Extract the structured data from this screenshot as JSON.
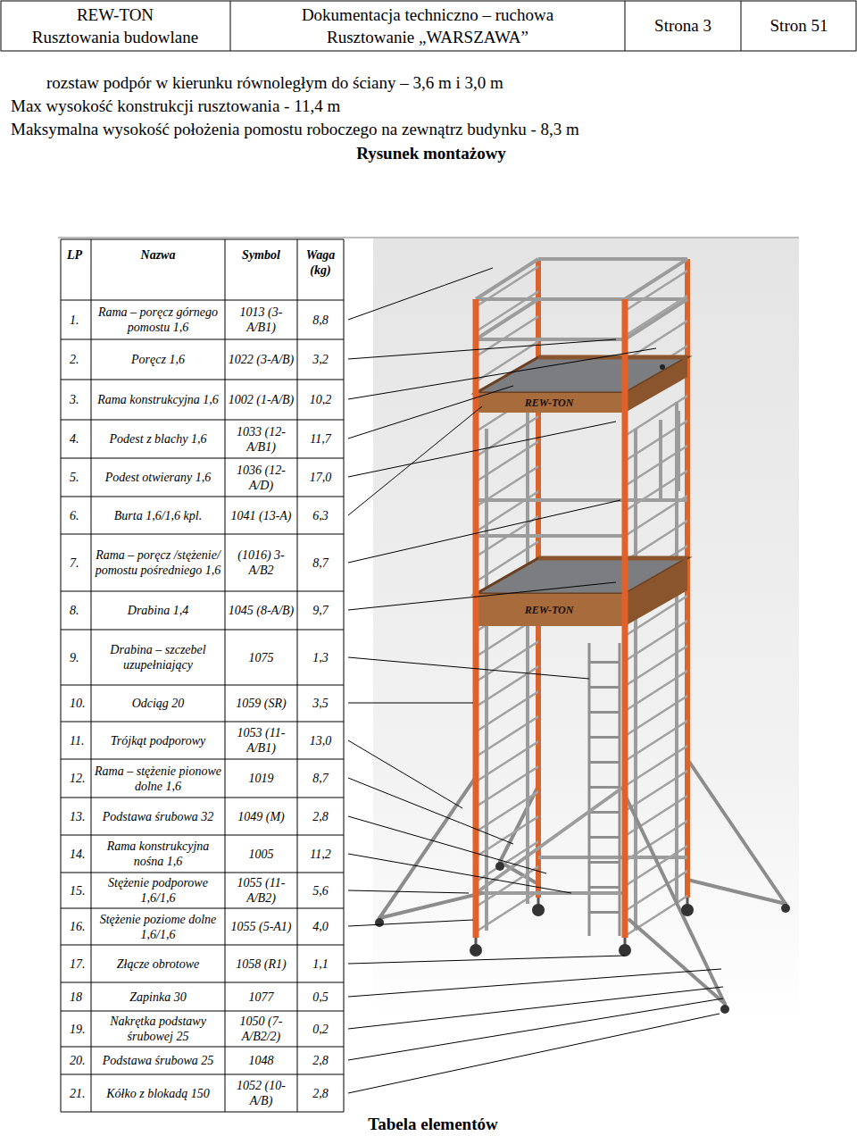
{
  "diagram": {
    "title": "Rysunek montażowy",
    "caption": "Tabela elementów",
    "labels": [
      "REW-TON",
      "Rusztowania budowlane",
      "Dokumentacja techniczno – ruchowa",
      "Rusztowanie „WARSZAWA”",
      "Strona 3",
      "Stron 51",
      "rozstaw podpór w kierunku równoległym do ściany – 3,6 m i 3,0 m",
      "Max wysokość konstrukcji rusztowania - 11,4 m",
      "Maksymalna wysokość położenia pomostu roboczego na zewnątrz budynku - 8,3 m",
      "LP",
      "Nazwa",
      "Symbol",
      "Waga (kg)",
      "1.",
      "Rama – poręcz górnego pomostu 1,6",
      "1013 (3-A/B1)",
      "8,8",
      "2.",
      "Poręcz 1,6",
      "1022 (3-A/B)",
      "3,2",
      "3.",
      "Rama konstrukcyjna 1,6",
      "1002 (1-A/B)",
      "10,2",
      "4.",
      "Podest z blachy 1,6",
      "1033 (12-A/B1)",
      "11,7",
      "5.",
      "Podest otwierany 1,6",
      "1036 (12-A/D)",
      "17,0",
      "6.",
      "Burta 1,6/1,6 kpl.",
      "1041 (13-A)",
      "6,3",
      "7.",
      "Rama – poręcz /stężenie/ pomostu pośredniego 1,6",
      "(1016) 3-A/B2",
      "8,7",
      "8.",
      "Drabina 1,4",
      "1045 (8-A/B)",
      "9,7",
      "9.",
      "Drabina – szczebel uzupełniający",
      "1075",
      "1,3",
      "10.",
      "Odciąg 20",
      "1059 (SR)",
      "3,5",
      "11.",
      "Trójkąt podporowy",
      "1053 (11-A/B1)",
      "13,0",
      "12.",
      "Rama – stężenie pionowe dolne 1,6",
      "1019",
      "8,7",
      "13.",
      "Podstawa śrubowa 32",
      "1049 (M)",
      "2,8",
      "14.",
      "Rama konstrukcyjna nośna 1,6",
      "1005",
      "11,2",
      "15.",
      "Stężenie podporowe 1,6/1,6",
      "1055 (11-A/B2)",
      "5,6",
      "16.",
      "Stężenie poziome dolne 1,6/1,6",
      "1055 (5-A1)",
      "4,0",
      "17.",
      "Złącze obrotowe",
      "1058 (R1)",
      "1,1",
      "18",
      "Zapinka 30",
      "1077",
      "0,5",
      "19.",
      "Nakrętka podstawy śrubowej 25",
      "1050 (7-A/B2/2)",
      "0,2",
      "20.",
      "Podstawa śrubowa 25",
      "1048",
      "2,8",
      "21.",
      "Kółko z blokadą 150",
      "1052 (10-A/B)",
      "2,8",
      "REW-TON",
      "REW-TON"
    ]
  }
}
